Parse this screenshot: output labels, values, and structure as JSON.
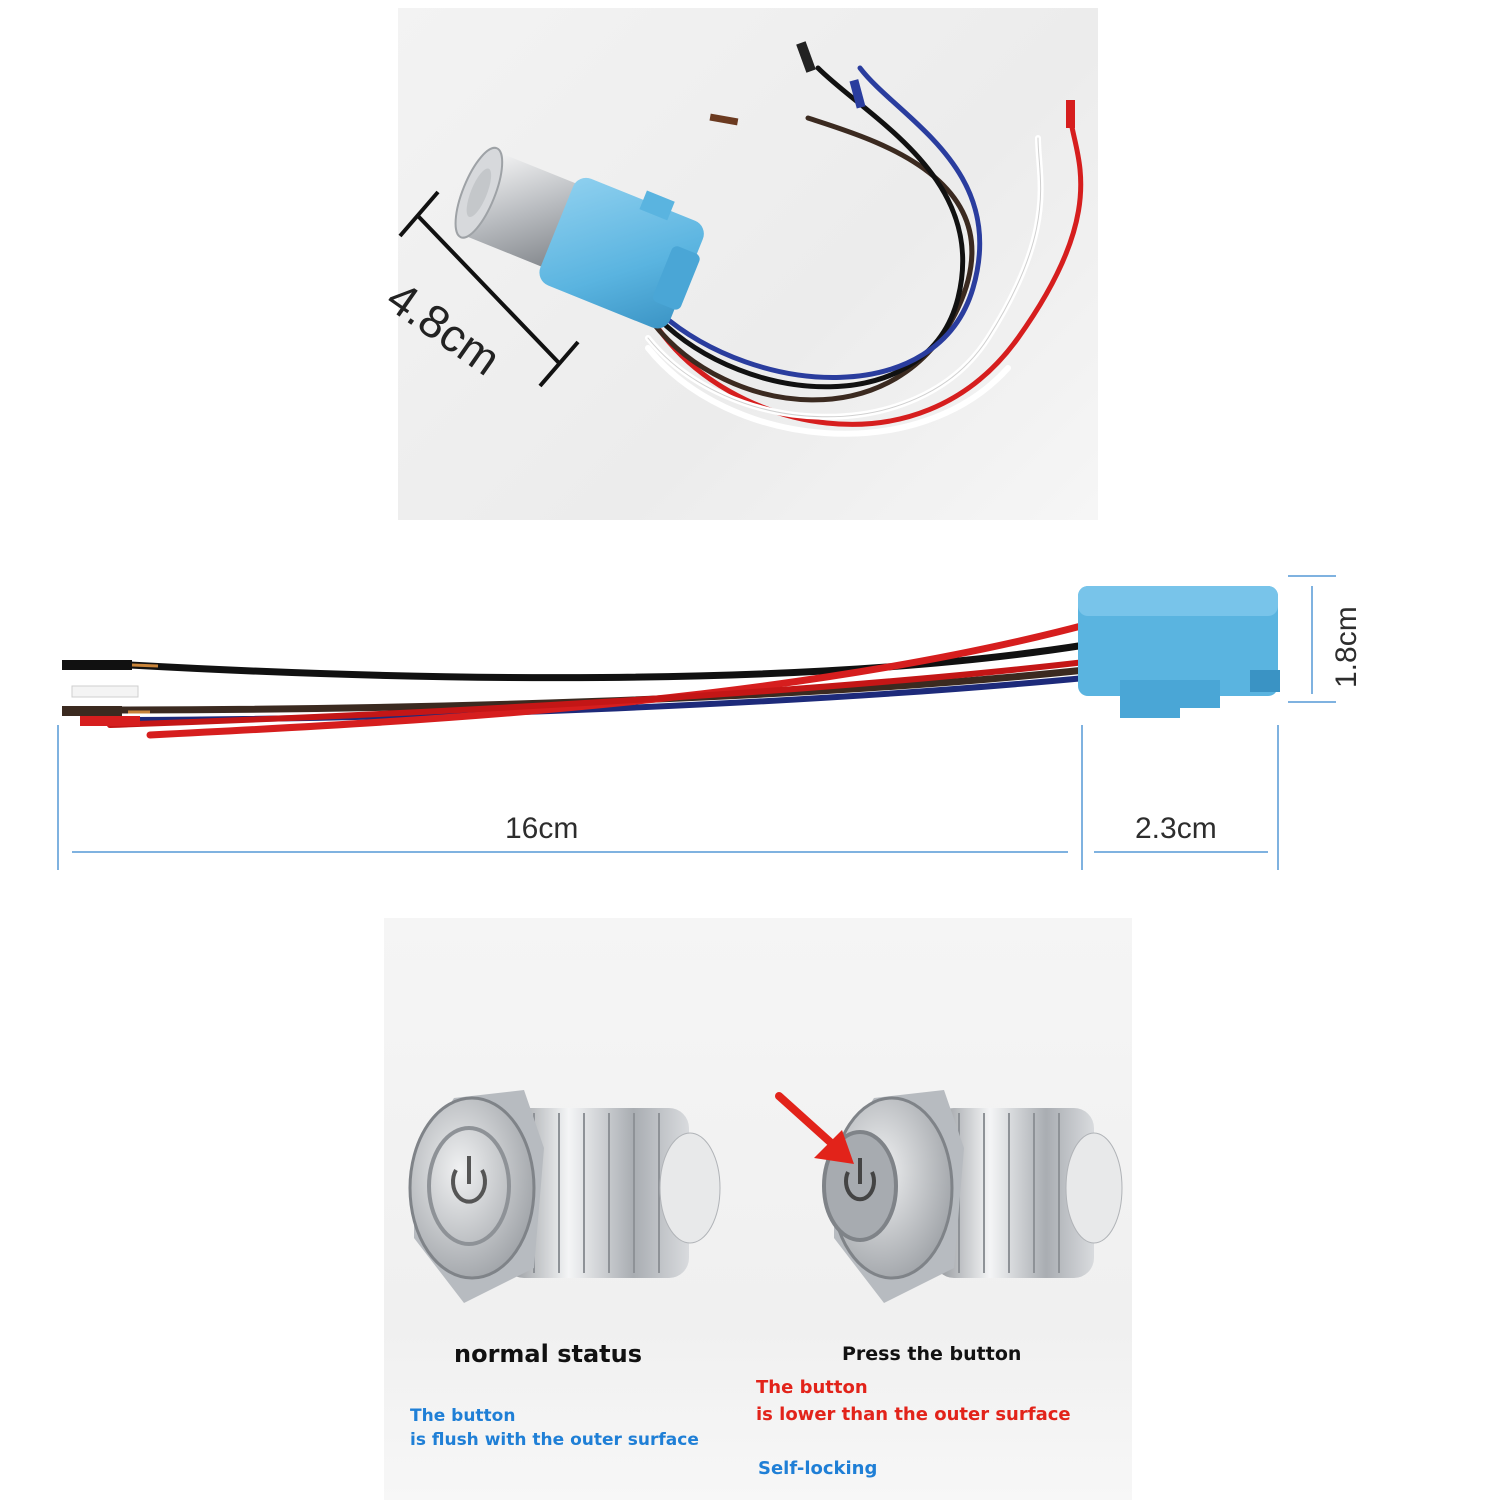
{
  "top_photo": {
    "length_label": "4.8cm"
  },
  "side_view": {
    "wire_length_label": "16cm",
    "connector_length_label": "2.3cm",
    "connector_height_label": "1.8cm"
  },
  "states": {
    "normal": {
      "title": "normal status",
      "description_line1": "The button",
      "description_line2": "is flush with the outer surface"
    },
    "pressed": {
      "title": "Press the button",
      "description_line1": "The button",
      "description_line2": "is lower than the outer surface",
      "note": "Self-locking"
    }
  },
  "colors": {
    "connector_blue": "#5ab4e0",
    "dimension_line": "#7fb2e0",
    "caption_blue": "#1f7fd6",
    "caption_red": "#e2231a"
  }
}
